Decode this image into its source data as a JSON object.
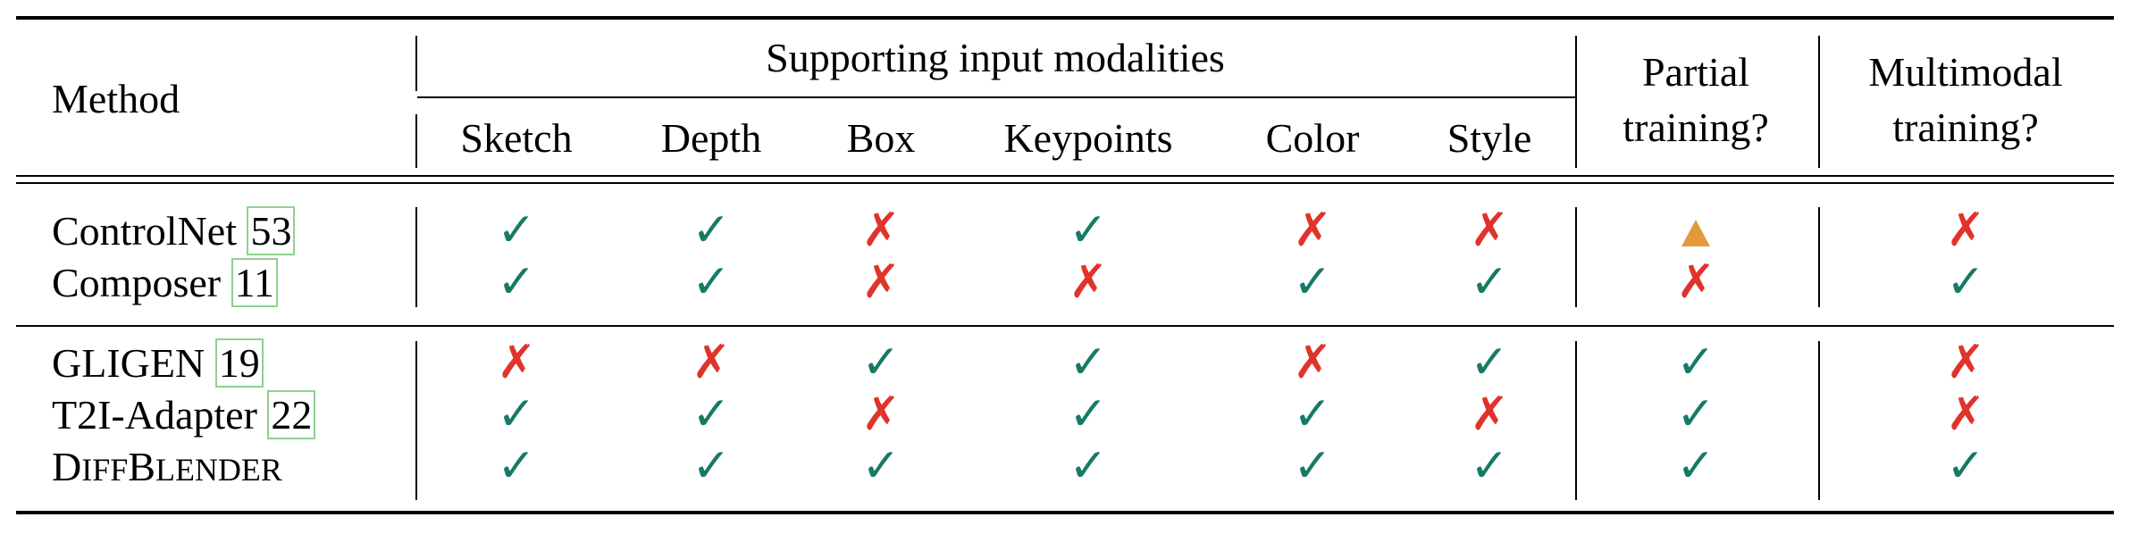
{
  "header": {
    "method": "Method",
    "group_label": "Supporting input modalities",
    "columns": [
      "Sketch",
      "Depth",
      "Box",
      "Keypoints",
      "Color",
      "Style"
    ],
    "partial_line1": "Partial",
    "partial_line2": "training?",
    "multi_line1": "Multimodal",
    "multi_line2": "training?"
  },
  "rows": [
    {
      "name": "ControlNet",
      "cite": "53",
      "marks": [
        "yes",
        "yes",
        "no",
        "yes",
        "no",
        "no",
        "partial",
        "no"
      ]
    },
    {
      "name": "Composer",
      "cite": "11",
      "marks": [
        "yes",
        "yes",
        "no",
        "no",
        "yes",
        "yes",
        "no",
        "yes"
      ]
    },
    {
      "name": "GLIGEN",
      "cite": "19",
      "marks": [
        "no",
        "no",
        "yes",
        "yes",
        "no",
        "yes",
        "yes",
        "no"
      ]
    },
    {
      "name": "T2I-Adapter",
      "cite": "22",
      "marks": [
        "yes",
        "yes",
        "no",
        "yes",
        "yes",
        "no",
        "yes",
        "no"
      ]
    },
    {
      "name_parts": [
        "D",
        "IFF",
        "B",
        "LENDER"
      ],
      "cite": "",
      "marks": [
        "yes",
        "yes",
        "yes",
        "yes",
        "yes",
        "yes",
        "yes",
        "yes"
      ]
    }
  ],
  "symbols": {
    "yes": "✓",
    "no": "✗"
  },
  "colors": {
    "yes": "#167a66",
    "no": "#e0332b",
    "partial": "#e39a3d",
    "cite_box": "#8fd18f"
  }
}
